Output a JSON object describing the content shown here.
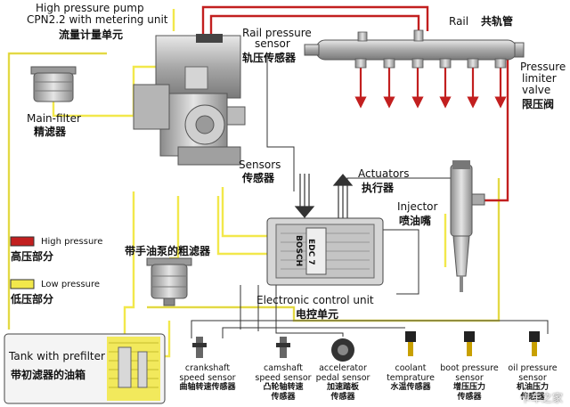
{
  "colors": {
    "high_pressure": "#c21f1f",
    "low_pressure": "#f2e84b",
    "wire": "#333333",
    "metal": "#9a9a9a"
  },
  "labels": {
    "pump_en_1": "High pressure pump",
    "pump_en_2": "CPN2.2 with metering unit",
    "pump_cn": "流量计量单元",
    "rail_sensor_en_1": "Rail pressure",
    "rail_sensor_en_2": "sensor",
    "rail_sensor_cn": "轨压传感器",
    "rail_en": "Rail",
    "rail_cn": "共轨管",
    "limiter_en_1": "Pressure",
    "limiter_en_2": "limiter",
    "limiter_en_3": "valve",
    "limiter_cn": "限压阀",
    "main_filter_en": "Main-filter",
    "main_filter_cn": "精滤器",
    "sensors_en": "Sensors",
    "sensors_cn": "传感器",
    "actuators_en": "Actuators",
    "actuators_cn": "执行器",
    "injector_en": "Injector",
    "injector_cn": "喷油嘴",
    "prefilter_cn": "带手油泵的粗滤器",
    "ecu_en": "Electronic control unit",
    "ecu_cn": "电控单元",
    "ecu_brand": "BOSCH",
    "ecu_model": "EDC 7",
    "tank_en": "Tank with prefilter",
    "tank_cn": "带初滤器的油箱",
    "watermark": "卡车之家"
  },
  "legend": [
    {
      "en": "High pressure",
      "cn": "高压部分",
      "color": "#c21f1f"
    },
    {
      "en": "Low pressure",
      "cn": "低压部分",
      "color": "#f2e84b"
    }
  ],
  "sensors": [
    {
      "en_1": "crankshaft",
      "en_2": "speed sensor",
      "cn_1": "曲轴转速传感器",
      "cn_2": "",
      "icon": "crankshaft-sensor-icon"
    },
    {
      "en_1": "camshaft",
      "en_2": "speed sensor",
      "cn_1": "凸轮轴转速",
      "cn_2": "传感器",
      "icon": "camshaft-sensor-icon"
    },
    {
      "en_1": "accelerator",
      "en_2": "pedal sensor",
      "cn_1": "加速踏板",
      "cn_2": "传感器",
      "icon": "pedal-sensor-icon"
    },
    {
      "en_1": "coolant",
      "en_2": "temprature",
      "cn_1": "水温传感器",
      "cn_2": "",
      "icon": "coolant-sensor-icon"
    },
    {
      "en_1": "boot pressure",
      "en_2": "sensor",
      "cn_1": "增压压力",
      "cn_2": "传感器",
      "icon": "boost-sensor-icon"
    },
    {
      "en_1": "oil pressure",
      "en_2": "sensor",
      "cn_1": "机油压力",
      "cn_2": "传感器",
      "icon": "oil-sensor-icon"
    }
  ]
}
